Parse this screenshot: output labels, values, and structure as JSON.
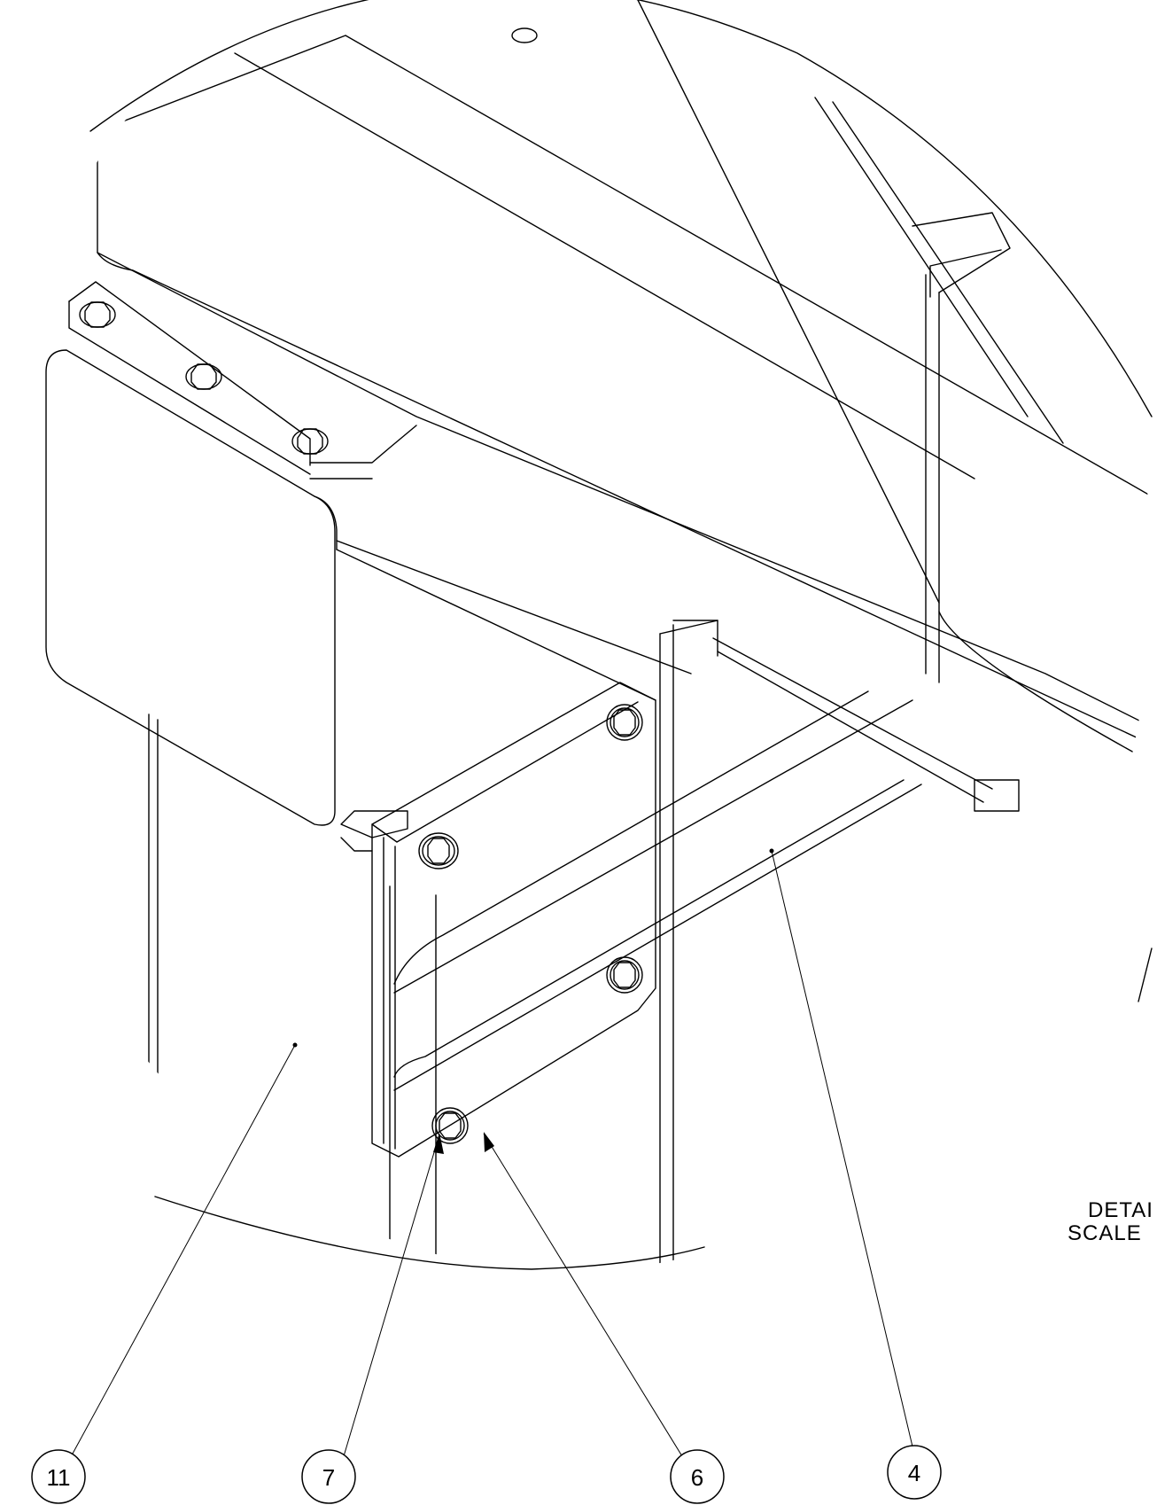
{
  "drawing": {
    "detail_label_line1": "DETAI",
    "detail_label_line2": "SCALE"
  },
  "balloons": [
    {
      "id": "balloon-11",
      "label": "11"
    },
    {
      "id": "balloon-7",
      "label": "7"
    },
    {
      "id": "balloon-6",
      "label": "6"
    },
    {
      "id": "balloon-4",
      "label": "4"
    }
  ],
  "colors": {
    "line": "#000000",
    "background": "#ffffff"
  }
}
